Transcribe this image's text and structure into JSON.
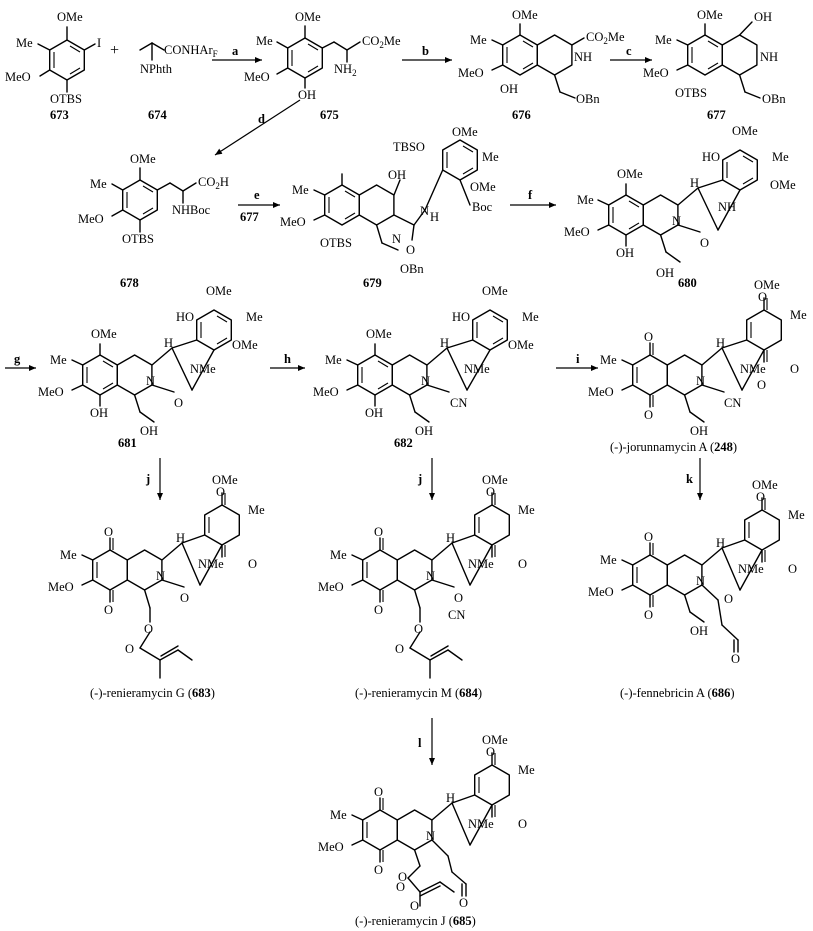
{
  "compounds": {
    "c673": {
      "id": "673",
      "groups": [
        "OMe",
        "Me",
        "I",
        "MeO",
        "OTBS"
      ]
    },
    "c674": {
      "id": "674",
      "groups": [
        "CONHAr",
        "F",
        "NPhth"
      ]
    },
    "c675": {
      "id": "675",
      "groups": [
        "OMe",
        "Me",
        "CO",
        "2",
        "Me",
        "MeO",
        "NH",
        "2",
        "OH"
      ]
    },
    "c676": {
      "id": "676",
      "groups": [
        "OMe",
        "Me",
        "CO",
        "2",
        "Me",
        "NH",
        "MeO",
        "OH",
        "OBn"
      ]
    },
    "c677": {
      "id": "677",
      "groups": [
        "OMe",
        "OH",
        "Me",
        "NH",
        "MeO",
        "OTBS",
        "OBn"
      ]
    },
    "c678": {
      "id": "678",
      "groups": [
        "OMe",
        "Me",
        "CO",
        "2",
        "H",
        "MeO",
        "NHBoc",
        "OTBS"
      ]
    },
    "c679": {
      "id": "679",
      "groups": [
        "TBSO",
        "OMe",
        "Me",
        "OMe",
        "Me",
        "OH",
        "N",
        "Boc",
        "H",
        "MeO",
        "N",
        "O",
        "OTBS",
        "OBn"
      ]
    },
    "c680": {
      "id": "680",
      "groups": [
        "OMe",
        "HO",
        "Me",
        "OMe",
        "Me",
        "H",
        "NH",
        "OMe",
        "MeO",
        "N",
        "O",
        "OH",
        "OH"
      ]
    },
    "c681": {
      "id": "681",
      "groups": [
        "OMe",
        "HO",
        "Me",
        "OMe",
        "Me",
        "H",
        "NMe",
        "OMe",
        "MeO",
        "N",
        "O",
        "OH",
        "OH"
      ]
    },
    "c682": {
      "id": "682",
      "groups": [
        "OMe",
        "HO",
        "Me",
        "OMe",
        "Me",
        "H",
        "NMe",
        "OMe",
        "MeO",
        "N",
        "CN",
        "OH",
        "OH"
      ]
    },
    "c248": {
      "name": "(-)-jorunnamycin A (",
      "id": "248",
      "close": ")",
      "groups": [
        "OMe",
        "O",
        "Me",
        "O",
        "Me",
        "O",
        "H",
        "NMe",
        "O",
        "MeO",
        "N",
        "O",
        "CN",
        "OH"
      ]
    },
    "c683": {
      "name": "(-)-renieramycin G (",
      "id": "683",
      "close": ")",
      "groups": [
        "OMe",
        "O",
        "Me",
        "O",
        "Me",
        "O",
        "H",
        "NMe",
        "O",
        "MeO",
        "N",
        "O",
        "O",
        "O"
      ]
    },
    "c684": {
      "name": "(-)-renieramycin M (",
      "id": "684",
      "close": ")",
      "groups": [
        "OMe",
        "O",
        "Me",
        "O",
        "Me",
        "O",
        "H",
        "NMe",
        "O",
        "MeO",
        "N",
        "O",
        "CN",
        "O",
        "O"
      ]
    },
    "c686": {
      "name": "(-)-fennebricin A (",
      "id": "686",
      "close": ")",
      "groups": [
        "OMe",
        "O",
        "Me",
        "O",
        "Me",
        "O",
        "H",
        "NMe",
        "O",
        "MeO",
        "N",
        "O",
        "OH",
        "O"
      ]
    },
    "c685": {
      "name": "(-)-renieramycin J (",
      "id": "685",
      "close": ")",
      "groups": [
        "OMe",
        "O",
        "Me",
        "O",
        "Me",
        "O",
        "H",
        "NMe",
        "O",
        "MeO",
        "N",
        "O",
        "O",
        "O",
        "O"
      ]
    }
  },
  "plus_sign": "+",
  "reagents": {
    "a": "a",
    "b": "b",
    "c": "c",
    "d": "d",
    "e": "e",
    "e_extra": "677",
    "f": "f",
    "g": "g",
    "h": "h",
    "i": "i",
    "j1": "j",
    "j2": "j",
    "k": "k",
    "l": "l"
  }
}
